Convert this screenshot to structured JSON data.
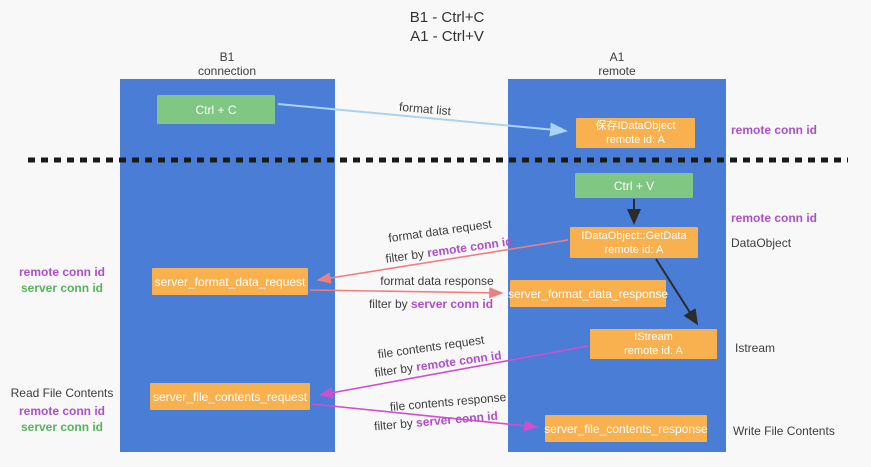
{
  "title": {
    "line1": "B1 - Ctrl+C",
    "line2": "A1 - Ctrl+V"
  },
  "lanes": {
    "left": {
      "name": "B1",
      "sub": "connection"
    },
    "right": {
      "name": "A1",
      "sub": "remote"
    }
  },
  "boxes": {
    "ctrl_c": "Ctrl + C",
    "ctrl_v": "Ctrl + V",
    "save_idataobject": {
      "line1": "保存IDataObject",
      "line2": "remote id: A"
    },
    "getdata": {
      "line1": "IDataObject::GetData",
      "line2": "remote id: A"
    },
    "istream": {
      "line1": "IStream",
      "line2": "remote id: A"
    },
    "server_format_data_request": "server_format_data_request",
    "server_format_data_response": "server_format_data_response",
    "server_file_contents_request": "server_file_contents_request",
    "server_file_contents_response": "server_file_contents_response"
  },
  "flow_labels": {
    "format_list": "format list",
    "format_data_request": "format data request",
    "format_data_response": "format data response",
    "file_contents_request": "file contents request",
    "file_contents_response": "file contents response",
    "filter_by": "filter by",
    "remote_conn_id": "remote conn id",
    "server_conn_id": "server conn id"
  },
  "side_labels": {
    "right_top_remote_conn_id": "remote conn id",
    "right_mid_remote_conn_id": "remote conn id",
    "dataobject": "DataObject",
    "istream": "Istream",
    "write_file_contents": "Write File Contents",
    "left_remote_conn_id_top": "remote conn id",
    "left_server_conn_id_top": "server conn id",
    "read_file_contents": "Read File Contents",
    "left_remote_conn_id_bottom": "remote conn id",
    "left_server_conn_id_bottom": "server conn id"
  },
  "colors": {
    "lane_blue": "#4a7dd6",
    "box_green": "#7fc783",
    "box_orange": "#f9b04f",
    "purple_text": "#ae4fc7",
    "green_text": "#57b35f",
    "arrow_lightblue": "#a9d3f2",
    "arrow_red": "#ef7f7f",
    "arrow_magenta": "#cf4fcf",
    "arrow_black": "#2b2b2b",
    "background": "#f8f8f8"
  }
}
